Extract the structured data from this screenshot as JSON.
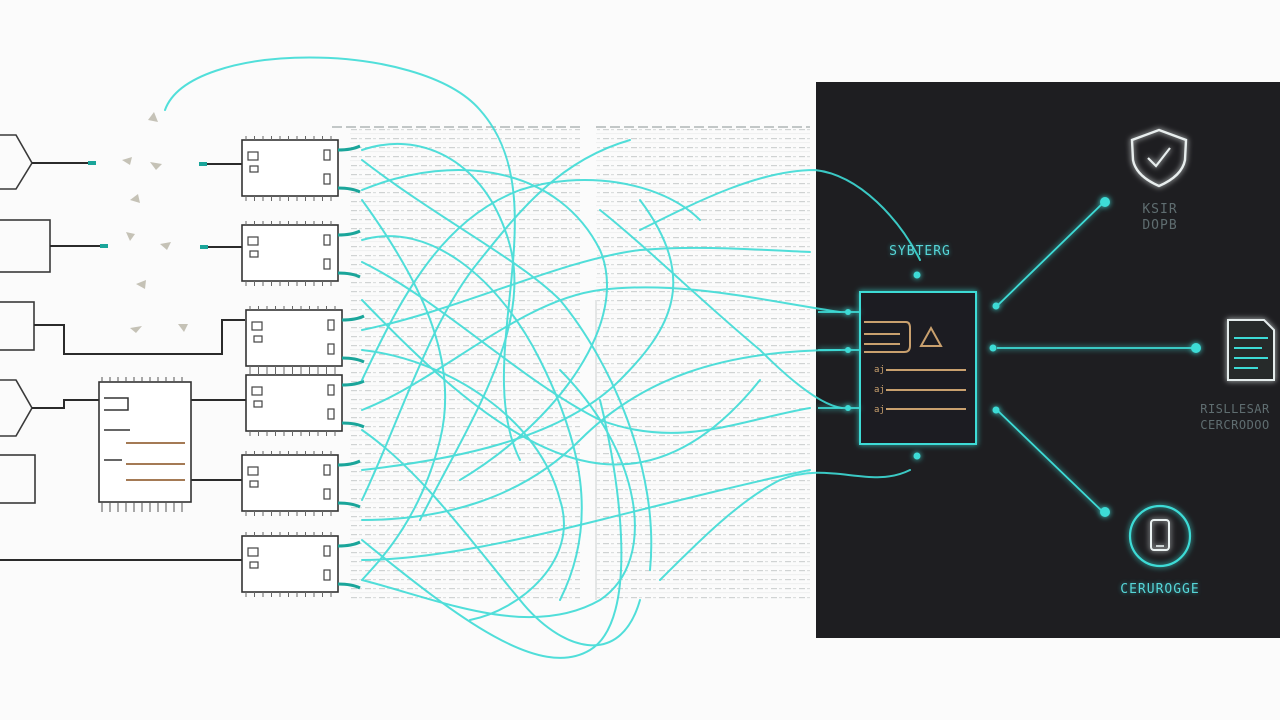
{
  "colors": {
    "page_background": "#fbfbfb",
    "dark_panel": "#1e1e21",
    "accent_cyan": "#36dcd8",
    "wire_dark": "#2b2b2b",
    "accent_orange": "#c9a06e"
  },
  "labels": {
    "center_top": "SYBTERG",
    "security_line1": "KSIR",
    "security_line2": "DOPB",
    "report_line1": "RISLLESAR",
    "report_line2": "CERCRODOO",
    "mobile": "CERUROGGE"
  },
  "icons": {
    "security": "shield-check-icon",
    "report": "document-icon",
    "mobile": "smartphone-icon",
    "center_chip": "warning-triangle-icon"
  }
}
